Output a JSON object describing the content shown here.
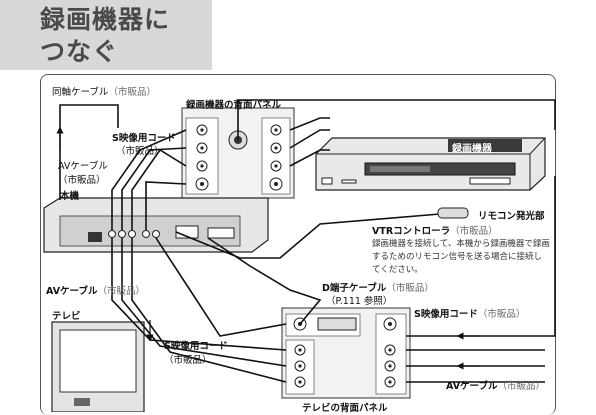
{
  "title": {
    "line1": "録画機器に",
    "line2": "つなぐ"
  },
  "labels": {
    "coax": "同軸ケーブル",
    "coax_note": "（市販品）",
    "rear_panel_recorder": "録画機器の背面パネル",
    "s_video_cord": "S映像用コード",
    "s_video_cord_note": "（市販品）",
    "av_cable": "AVケーブル",
    "av_cable_note": "（市販品）",
    "main_unit": "本機",
    "recorder": "録画機器",
    "remote_emitter": "リモコン発光部",
    "vtr_controller": "VTRコントローラ",
    "vtr_controller_note": "（市販品）",
    "vtr_description": "録画機器を接続して、本機から録画機器で録画するためのリモコン信号を送る場合に接続してください。",
    "d_terminal_cable": "D端子ケーブル",
    "d_terminal_note": "（市販品）",
    "d_terminal_ref": "（P.111 参照）",
    "av_cable_left": "AVケーブル",
    "av_cable_left_note": "（市販品）",
    "tv": "テレビ",
    "s_video_cord_left": "S映像用コード",
    "s_video_cord_left_note": "（市販品）",
    "s_video_cord_right": "S映像用コード",
    "s_video_cord_right_note": "（市販品）",
    "av_cable_right": "AVケーブル",
    "av_cable_right_note": "（市販品）",
    "rear_panel_tv": "テレビの背面パネル"
  }
}
